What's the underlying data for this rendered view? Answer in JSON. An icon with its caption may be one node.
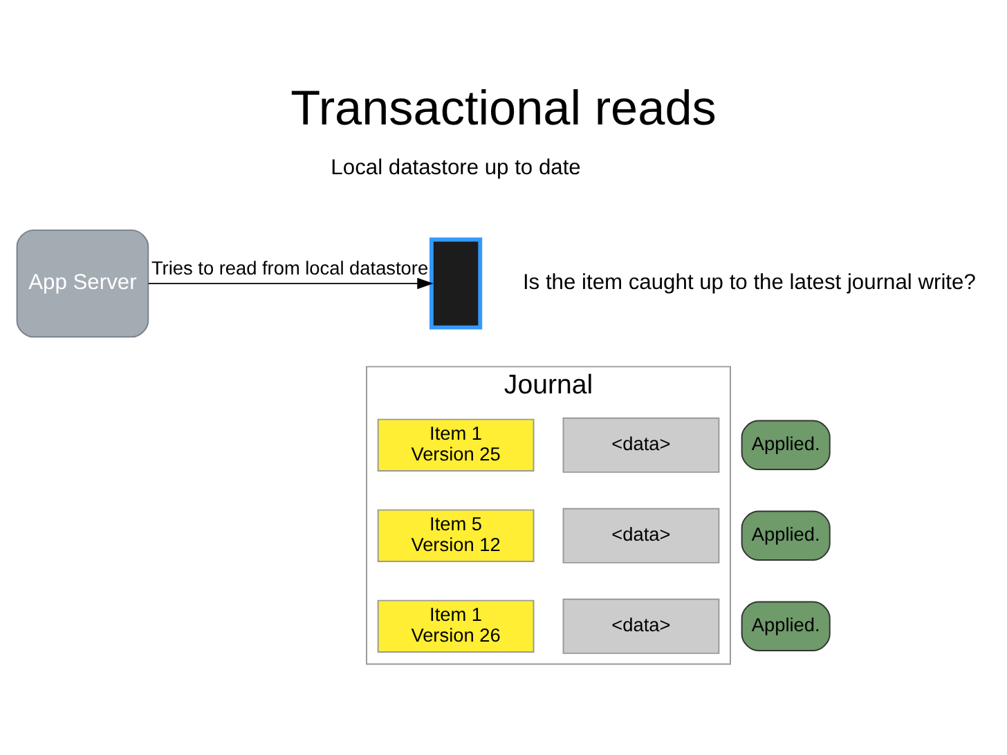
{
  "diagram": {
    "title": "Transactional reads",
    "nodes": [
      {
        "text": [
          "App Server"
        ]
      },
      {
        "text": [],
        "shape": "box"
      },
      {
        "text": [
          "Journal"
        ]
      },
      {
        "text": [
          "Item 1",
          "Version 25"
        ],
        "in": 2
      },
      {
        "text": [
          "<data>"
        ],
        "in": 2
      },
      {
        "text": [
          "Item 5",
          "Version 12"
        ],
        "in": 2
      },
      {
        "text": [
          "<data>"
        ],
        "in": 2
      },
      {
        "text": [
          "Item 1",
          "Version 26"
        ],
        "in": 2
      },
      {
        "text": [
          "<data>"
        ],
        "in": 2
      },
      {
        "text": [
          "Applied."
        ]
      },
      {
        "text": [
          "Applied."
        ]
      },
      {
        "text": [
          "Applied."
        ]
      }
    ],
    "edges": [
      {
        "from": 0,
        "to": 1,
        "arrow": "to",
        "label": "Tries to read from local datastore"
      }
    ],
    "labels": [
      "Local datastore up to date",
      "Is the item caught up to the latest journal write?"
    ]
  }
}
